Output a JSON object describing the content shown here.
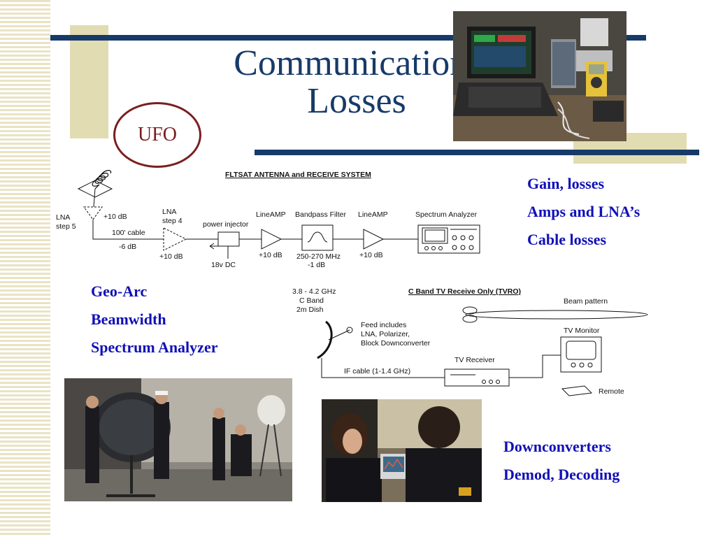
{
  "slide": {
    "title_line1": "Communications,",
    "title_line2": "Losses",
    "title_hidden_tail": "s,",
    "ufo_label": "UFO",
    "colors": {
      "title": "#173a68",
      "bullet": "#1010b8",
      "accent_bar": "#e2dcb3",
      "rule": "#173a68",
      "oval": "#7a1f1f"
    }
  },
  "bullets_right_top": [
    "Gain, losses",
    "Amps and LNA’s",
    "Cable losses"
  ],
  "bullets_left_mid": [
    "Geo-Arc",
    "Beamwidth",
    "Spectrum Analyzer"
  ],
  "bullets_right_bottom": [
    "Downconverters",
    "Demod, Decoding"
  ],
  "fltsat_diagram": {
    "title": "FLTSAT ANTENNA and RECEIVE SYSTEM",
    "lna5_label_1": "LNA",
    "lna5_label_2": "step 5",
    "lna5_gain": "+10 dB",
    "cable_label": "100' cable",
    "cable_loss": "-6 dB",
    "lna4_label_1": "LNA",
    "lna4_label_2": "step 4",
    "lna4_gain": "+10 dB",
    "injector_label": "power injector",
    "dc_label": "18v DC",
    "amp1_label": "LineAMP",
    "amp1_gain": "+10 dB",
    "filter_label": "Bandpass Filter",
    "filter_range": "250-270 MHz",
    "filter_loss": "-1 dB",
    "amp2_label": "LineAMP",
    "amp2_gain": "+10 dB",
    "analyzer_label": "Spectrum Analyzer"
  },
  "tvro_diagram": {
    "title": "C Band TV Receive Only (TVRO)",
    "dish_line1": "3.8 - 4.2 GHz",
    "dish_line2": "C Band",
    "dish_line3": "2m Dish",
    "beam_label": "Beam pattern",
    "feed_line1": "Feed  includes",
    "feed_line2": "LNA, Polarizer,",
    "feed_line3": "Block Downconverter",
    "cable_label": "IF cable (1-1.4 GHz)",
    "receiver_label": "TV    Receiver",
    "monitor_label": "TV Monitor",
    "remote_label": "Remote"
  }
}
